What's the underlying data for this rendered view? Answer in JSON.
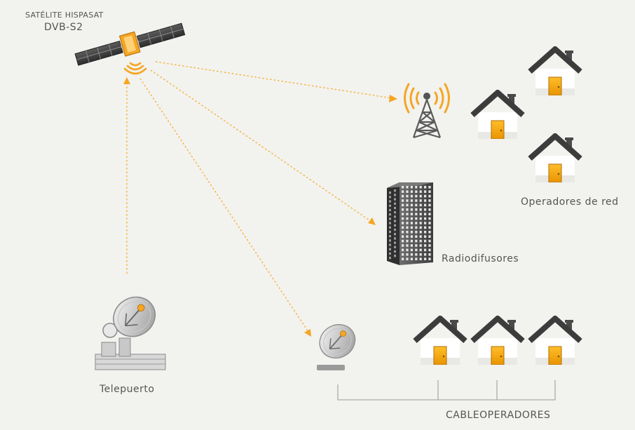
{
  "satellite": {
    "name": "SATÉLITE HISPASAT",
    "standard": "DVB-S2"
  },
  "labels": {
    "network_operators": "Operadores de red",
    "broadcasters": "Radiodifusores",
    "teleport": "Telepuerto",
    "cable_operators": "CABLEOPERADORES"
  },
  "colors": {
    "background": "#f2f2ef",
    "accent": "#f5a623",
    "link_line": "#f5b335",
    "roof": "#4a4a4a",
    "wall": "#ffffff",
    "door": "#f5a000",
    "building": "#5a5a5a",
    "bracket": "#aaaaaa"
  }
}
